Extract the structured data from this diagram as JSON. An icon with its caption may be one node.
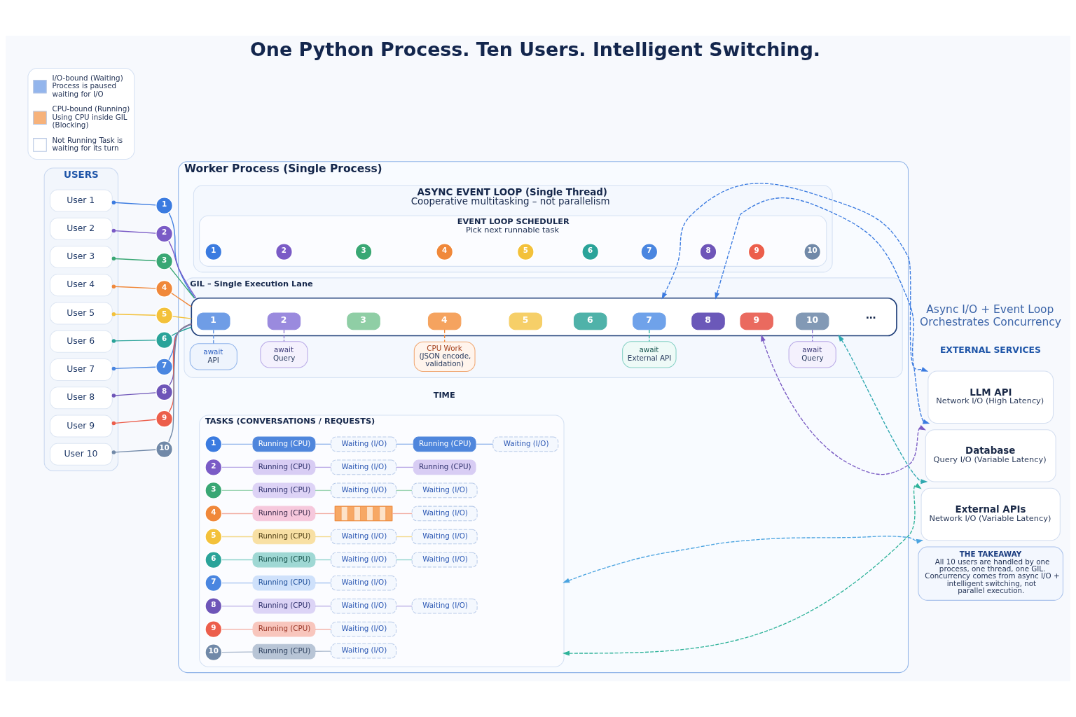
{
  "diagram": {
    "title": "One Python Process. Ten Users. Intelligent Switching.",
    "nodes": [
      {
        "text": [
          "USERS"
        ]
      },
      {
        "text": [
          "User 1"
        ],
        "in": 0
      },
      {
        "text": [
          "User 2"
        ],
        "in": 0
      },
      {
        "text": [
          "User 3"
        ],
        "in": 0
      },
      {
        "text": [
          "User 4"
        ],
        "in": 0
      },
      {
        "text": [
          "User 5"
        ],
        "in": 0
      },
      {
        "text": [
          "User 6"
        ],
        "in": 0
      },
      {
        "text": [
          "User 7"
        ],
        "in": 0
      },
      {
        "text": [
          "User 8"
        ],
        "in": 0
      },
      {
        "text": [
          "User 9"
        ],
        "in": 0
      },
      {
        "text": [
          "User 10"
        ],
        "in": 0
      },
      {
        "text": [
          "1"
        ]
      },
      {
        "text": [
          "2"
        ]
      },
      {
        "text": [
          "3"
        ]
      },
      {
        "text": [
          "4"
        ]
      },
      {
        "text": [
          "5"
        ]
      },
      {
        "text": [
          "6"
        ]
      },
      {
        "text": [
          "7"
        ]
      },
      {
        "text": [
          "8"
        ]
      },
      {
        "text": [
          "9"
        ]
      },
      {
        "text": [
          "10"
        ]
      },
      {
        "text": [
          "Worker Process (Single Process)"
        ]
      },
      {
        "text": [
          "ASYNC EVENT LOOP (Single Thread)",
          "Cooperative multitasking – not parallelism"
        ],
        "in": 21
      },
      {
        "text": [
          "EVENT LOOP SCHEDULER",
          "Pick next runnable task"
        ],
        "in": 22
      },
      {
        "text": [
          "1"
        ],
        "in": 23
      },
      {
        "text": [
          "2"
        ],
        "in": 23
      },
      {
        "text": [
          "3"
        ],
        "in": 23
      },
      {
        "text": [
          "4"
        ],
        "in": 23
      },
      {
        "text": [
          "5"
        ],
        "in": 23
      },
      {
        "text": [
          "6"
        ],
        "in": 23
      },
      {
        "text": [
          "7"
        ],
        "in": 23
      },
      {
        "text": [
          "8"
        ],
        "in": 23
      },
      {
        "text": [
          "9"
        ],
        "in": 23
      },
      {
        "text": [
          "10"
        ],
        "in": 23
      },
      {
        "text": [
          "GIL – Single Execution Lane"
        ],
        "in": 21
      },
      {
        "text": [],
        "shape": "box",
        "in": 34
      },
      {
        "text": [
          "1"
        ],
        "in": 35
      },
      {
        "text": [
          "2"
        ],
        "in": 35
      },
      {
        "text": [
          "3"
        ],
        "in": 35
      },
      {
        "text": [
          "4"
        ],
        "in": 35
      },
      {
        "text": [
          "5"
        ],
        "in": 35
      },
      {
        "text": [
          "6"
        ],
        "in": 35
      },
      {
        "text": [
          "7"
        ],
        "in": 35
      },
      {
        "text": [
          "8"
        ],
        "in": 35
      },
      {
        "text": [
          "9"
        ],
        "in": 35
      },
      {
        "text": [
          "10"
        ],
        "in": 35
      },
      {
        "text": [
          "await",
          "API"
        ],
        "in": 34
      },
      {
        "text": [
          "await",
          "Query"
        ],
        "in": 34
      },
      {
        "text": [
          "CPU Work",
          "(JSON encode, validation)"
        ],
        "in": 34
      },
      {
        "text": [
          "await",
          "External API"
        ],
        "in": 34
      },
      {
        "text": [
          "await",
          "Query"
        ],
        "in": 34
      },
      {
        "text": [
          "TASKS (CONVERSATIONS / REQUESTS)"
        ],
        "in": 21
      },
      {
        "text": [
          "1"
        ],
        "in": 51
      },
      {
        "text": [
          "Running (CPU)"
        ],
        "in": 51
      },
      {
        "text": [
          "Waiting (I/O)"
        ],
        "in": 51
      },
      {
        "text": [
          "Running (CPU)"
        ],
        "in": 51
      },
      {
        "text": [
          "Waiting (I/O)"
        ],
        "in": 51
      },
      {
        "text": [
          "2"
        ],
        "in": 51
      },
      {
        "text": [
          "Running (CPU)"
        ],
        "in": 51
      },
      {
        "text": [
          "Waiting (I/O)"
        ],
        "in": 51
      },
      {
        "text": [
          "Running (CPU)"
        ],
        "in": 51
      },
      {
        "text": [
          "3"
        ],
        "in": 51
      },
      {
        "text": [
          "Running (CPU)"
        ],
        "in": 51
      },
      {
        "text": [
          "Waiting (I/O)"
        ],
        "in": 51
      },
      {
        "text": [
          "Waiting (I/O)"
        ],
        "in": 51
      },
      {
        "text": [
          "4"
        ],
        "in": 51
      },
      {
        "text": [
          "Running (CPU)"
        ],
        "in": 51
      },
      {
        "text": [],
        "shape": "bar",
        "in": 51
      },
      {
        "text": [
          "Waiting (I/O)"
        ],
        "in": 51
      },
      {
        "text": [
          "5"
        ],
        "in": 51
      },
      {
        "text": [
          "Running (CPU)"
        ],
        "in": 51
      },
      {
        "text": [
          "Waiting (I/O)"
        ],
        "in": 51
      },
      {
        "text": [
          "Waiting (I/O)"
        ],
        "in": 51
      },
      {
        "text": [
          "6"
        ],
        "in": 51
      },
      {
        "text": [
          "Running (CPU)"
        ],
        "in": 51
      },
      {
        "text": [
          "Waiting (I/O)"
        ],
        "in": 51
      },
      {
        "text": [
          "Waiting (I/O)"
        ],
        "in": 51
      },
      {
        "text": [
          "7"
        ],
        "in": 51
      },
      {
        "text": [
          "Running (CPU)"
        ],
        "in": 51
      },
      {
        "text": [
          "Waiting (I/O)"
        ],
        "in": 51
      },
      {
        "text": [
          "8"
        ],
        "in": 51
      },
      {
        "text": [
          "Running (CPU)"
        ],
        "in": 51
      },
      {
        "text": [
          "Waiting (I/O)"
        ],
        "in": 51
      },
      {
        "text": [
          "Waiting (I/O)"
        ],
        "in": 51
      },
      {
        "text": [
          "9"
        ],
        "in": 51
      },
      {
        "text": [
          "Running (CPU)"
        ],
        "in": 51
      },
      {
        "text": [
          "Waiting (I/O)"
        ],
        "in": 51
      },
      {
        "text": [
          "10"
        ],
        "in": 51
      },
      {
        "text": [
          "Running (CPU)"
        ],
        "in": 51
      },
      {
        "text": [
          "Waiting (I/O)"
        ],
        "in": 51
      },
      {
        "text": [
          "LLM API",
          "Network I/O (High Latency)"
        ]
      },
      {
        "text": [
          "Database",
          "Query I/O (Variable Latency)"
        ]
      },
      {
        "text": [
          "External APIs",
          "Network I/O (Variable Latency)"
        ]
      },
      {
        "text": [
          "THE TAKEAWAY",
          "All 10 users are handled by one process, one thread, one GIL.",
          "Concurrency comes from async I/O + intelligent switching, not parallel execution."
        ]
      }
    ],
    "edges": [
      {
        "from": 1,
        "to": 11,
        "arrow": "other",
        "color": "#3b7be0"
      },
      {
        "from": 2,
        "to": 12,
        "arrow": "other",
        "color": "#7a5bc6"
      },
      {
        "from": 3,
        "to": 13,
        "arrow": "other",
        "color": "#39a774"
      },
      {
        "from": 4,
        "to": 14,
        "arrow": "other",
        "color": "#f0883a"
      },
      {
        "from": 5,
        "to": 15,
        "arrow": "other",
        "color": "#f3c13a"
      },
      {
        "from": 6,
        "to": 16,
        "arrow": "other",
        "color": "#2aa399"
      },
      {
        "from": 7,
        "to": 17,
        "arrow": "other",
        "color": "#4a86e0"
      },
      {
        "from": 8,
        "to": 18,
        "arrow": "other",
        "color": "#6e55b8"
      },
      {
        "from": 9,
        "to": 19,
        "arrow": "other",
        "color": "#ec5e4b"
      },
      {
        "from": 10,
        "to": 20,
        "arrow": "other",
        "color": "#7189a8"
      },
      {
        "from": 11,
        "to": 35,
        "arrow": "none",
        "color": "#3b7be0"
      },
      {
        "from": 12,
        "to": 35,
        "arrow": "none",
        "color": "#7a5bc6"
      },
      {
        "from": 13,
        "to": 35,
        "arrow": "none",
        "color": "#39a774"
      },
      {
        "from": 14,
        "to": 35,
        "arrow": "none",
        "color": "#f0883a"
      },
      {
        "from": 15,
        "to": 35,
        "arrow": "none",
        "color": "#f3c13a"
      },
      {
        "from": 16,
        "to": 35,
        "arrow": "none",
        "color": "#2aa399"
      },
      {
        "from": 17,
        "to": 35,
        "arrow": "none",
        "color": "#4a86e0"
      },
      {
        "from": 18,
        "to": 35,
        "arrow": "none",
        "color": "#6e55b8"
      },
      {
        "from": 19,
        "to": 35,
        "arrow": "none",
        "color": "#ec5e4b"
      },
      {
        "from": 20,
        "to": 35,
        "arrow": "none",
        "color": "#7189a8"
      },
      {
        "from": 36,
        "to": 46,
        "arrow": "none",
        "style": "dashed",
        "color": "#5b8fe0"
      },
      {
        "from": 37,
        "to": 47,
        "arrow": "none",
        "style": "dashed",
        "color": "#8a78d0"
      },
      {
        "from": 39,
        "to": 48,
        "arrow": "none",
        "style": "dashed",
        "color": "#f08a3c"
      },
      {
        "from": 42,
        "to": 49,
        "arrow": "none",
        "style": "dashed",
        "color": "#2fb3a3"
      },
      {
        "from": 45,
        "to": 50,
        "arrow": "none",
        "style": "dashed",
        "color": "#8a78d0"
      },
      {
        "from": 35,
        "to": 90,
        "arrow": "both",
        "style": "dashed",
        "color": "#3b7be0"
      },
      {
        "from": 35,
        "to": 90,
        "arrow": "both",
        "style": "dashed",
        "color": "#3b7be0"
      },
      {
        "from": 35,
        "to": 91,
        "arrow": "both",
        "style": "dashed",
        "color": "#7b5cc4"
      },
      {
        "from": 35,
        "to": 91,
        "arrow": "both",
        "style": "dashed",
        "color": "#2fa8b0"
      },
      {
        "from": 51,
        "to": 92,
        "arrow": "both",
        "style": "dashed",
        "color": "#2fb39a"
      },
      {
        "from": 51,
        "to": 92,
        "arrow": "both",
        "style": "dashed",
        "color": "#4aa3e0"
      },
      {
        "from": 52,
        "to": 53,
        "arrow": "none",
        "color": "#8db2ea"
      },
      {
        "from": 53,
        "to": 54,
        "arrow": "none",
        "color": "#8db2ea"
      },
      {
        "from": 54,
        "to": 55,
        "arrow": "none",
        "color": "#8db2ea"
      },
      {
        "from": 55,
        "to": 56,
        "arrow": "none",
        "color": "#8db2ea"
      },
      {
        "from": 57,
        "to": 58,
        "arrow": "none",
        "color": "#b9a9e6"
      },
      {
        "from": 58,
        "to": 59,
        "arrow": "none",
        "color": "#b9a9e6"
      },
      {
        "from": 59,
        "to": 60,
        "arrow": "none",
        "color": "#b9a9e6"
      },
      {
        "from": 61,
        "to": 62,
        "arrow": "none",
        "color": "#9ed5b5"
      },
      {
        "from": 62,
        "to": 63,
        "arrow": "none",
        "color": "#9ed5b5"
      },
      {
        "from": 63,
        "to": 64,
        "arrow": "none",
        "color": "#9ed5b5"
      },
      {
        "from": 65,
        "to": 66,
        "arrow": "none",
        "color": "#f2b0a6"
      },
      {
        "from": 66,
        "to": 67,
        "arrow": "none",
        "color": "#f2b0a6"
      },
      {
        "from": 67,
        "to": 68,
        "arrow": "none",
        "color": "#f2b0a6"
      },
      {
        "from": 69,
        "to": 70,
        "arrow": "none",
        "color": "#f3d889"
      },
      {
        "from": 70,
        "to": 71,
        "arrow": "none",
        "color": "#f3d889"
      },
      {
        "from": 71,
        "to": 72,
        "arrow": "none",
        "color": "#f3d889"
      },
      {
        "from": 73,
        "to": 74,
        "arrow": "none",
        "color": "#8dd2cb"
      },
      {
        "from": 74,
        "to": 75,
        "arrow": "none",
        "color": "#8dd2cb"
      },
      {
        "from": 75,
        "to": 76,
        "arrow": "none",
        "color": "#8dd2cb"
      },
      {
        "from": 77,
        "to": 78,
        "arrow": "none",
        "color": "#a0c0f0"
      },
      {
        "from": 78,
        "to": 79,
        "arrow": "none",
        "color": "#a0c0f0"
      },
      {
        "from": 80,
        "to": 81,
        "arrow": "none",
        "color": "#b6a9e4"
      },
      {
        "from": 81,
        "to": 82,
        "arrow": "none",
        "color": "#b6a9e4"
      },
      {
        "from": 82,
        "to": 83,
        "arrow": "none",
        "color": "#b6a9e4"
      },
      {
        "from": 84,
        "to": 85,
        "arrow": "none",
        "color": "#f2a99d"
      },
      {
        "from": 85,
        "to": 86,
        "arrow": "none",
        "color": "#f2a99d"
      },
      {
        "from": 87,
        "to": 88,
        "arrow": "none",
        "color": "#a8b7cc"
      },
      {
        "from": 88,
        "to": 89,
        "arrow": "none",
        "color": "#a8b7cc"
      }
    ],
    "labels": [
      "Async I/O + Event Loop Orchestrates Concurrency",
      "EXTERNAL SERVICES",
      "…",
      "TIME"
    ],
    "legend": [
      {
        "text": "I/O-bound (Waiting) Process is paused waiting for I/O",
        "color": "#93b5ec"
      },
      {
        "text": "CPU-bound (Running) Using CPU inside GIL (Blocking)",
        "color": "#f7b27a"
      },
      {
        "text": "Not Running Task is waiting for its turn",
        "color": "#ffffff"
      }
    ]
  }
}
